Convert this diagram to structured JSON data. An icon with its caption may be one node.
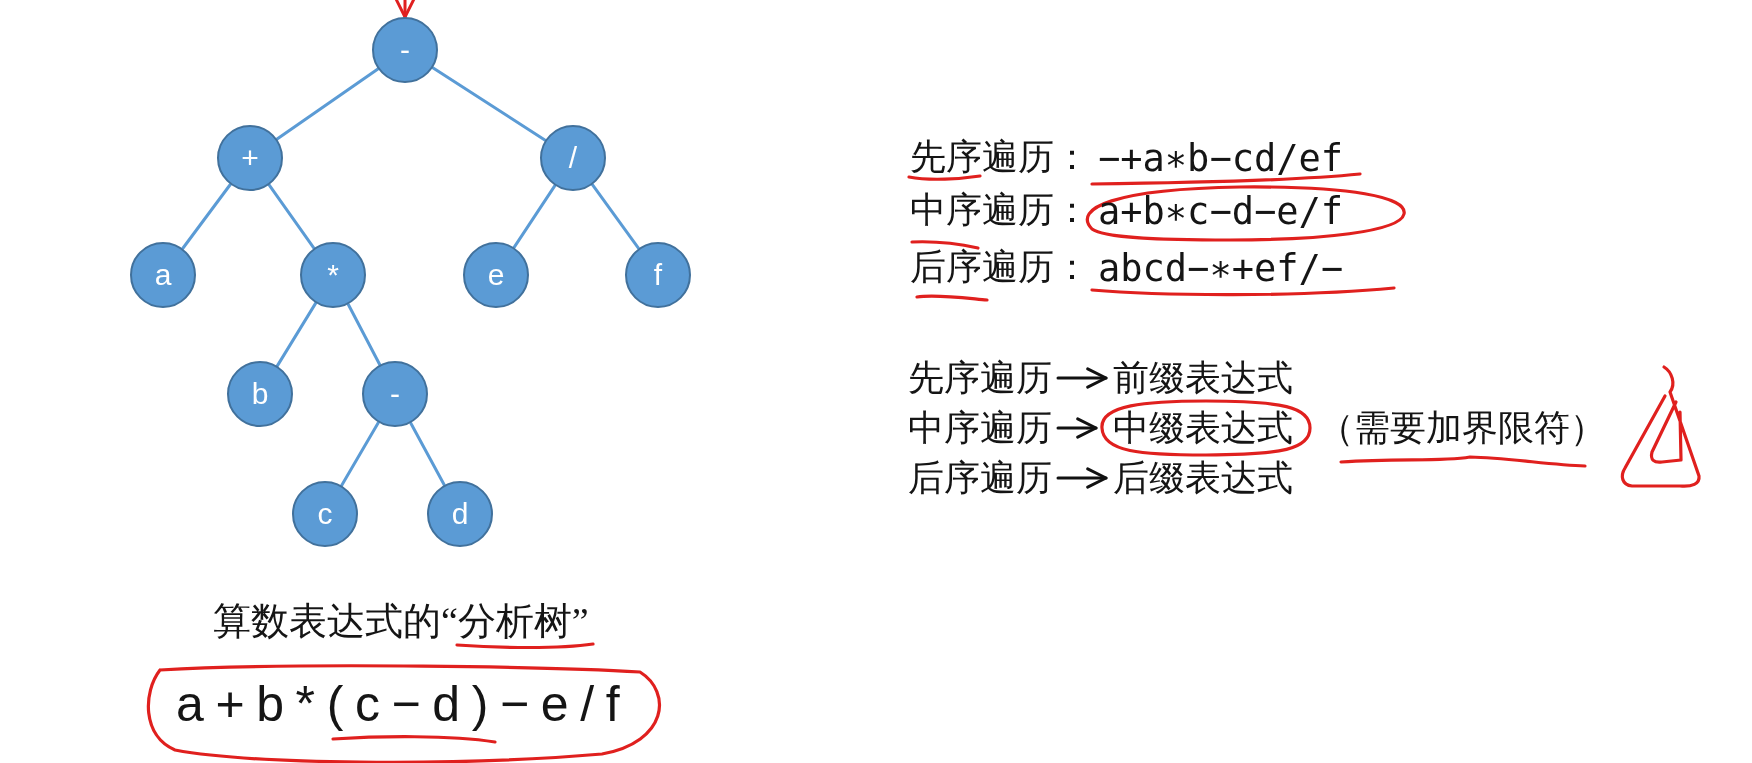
{
  "diagram": {
    "caption": "算数表达式的“分析树”",
    "nodes": [
      {
        "text": [
          "-"
        ]
      },
      {
        "text": [
          "+"
        ]
      },
      {
        "text": [
          "/"
        ]
      },
      {
        "text": [
          "a"
        ]
      },
      {
        "text": [
          "*"
        ]
      },
      {
        "text": [
          "e"
        ]
      },
      {
        "text": [
          "f"
        ]
      },
      {
        "text": [
          "b"
        ]
      },
      {
        "text": [
          "-"
        ]
      },
      {
        "text": [
          "c"
        ]
      },
      {
        "text": [
          "d"
        ]
      },
      {
        "text": [
          "先序遍历"
        ]
      },
      {
        "text": [
          "前缀表达式"
        ]
      },
      {
        "text": [
          "中序遍历"
        ]
      },
      {
        "text": [
          "中缀表达式"
        ],
        "beside": [
          "（需要加界限符）"
        ]
      },
      {
        "text": [
          "后序遍历"
        ]
      },
      {
        "text": [
          "后缀表达式"
        ]
      }
    ],
    "edges": [
      {
        "from": 0,
        "to": 1,
        "arrow": "none"
      },
      {
        "from": 0,
        "to": 2,
        "arrow": "none"
      },
      {
        "from": 1,
        "to": 3,
        "arrow": "none"
      },
      {
        "from": 1,
        "to": 4,
        "arrow": "none"
      },
      {
        "from": 2,
        "to": 5,
        "arrow": "none"
      },
      {
        "from": 2,
        "to": 6,
        "arrow": "none"
      },
      {
        "from": 4,
        "to": 7,
        "arrow": "none"
      },
      {
        "from": 4,
        "to": 8,
        "arrow": "none"
      },
      {
        "from": 8,
        "to": 9,
        "arrow": "none"
      },
      {
        "from": 8,
        "to": 10,
        "arrow": "none"
      },
      {
        "from": null,
        "to": 0,
        "arrow": "to",
        "color": "#e02020"
      },
      {
        "from": 11,
        "to": 12,
        "arrow": "to",
        "color": "#111111"
      },
      {
        "from": 13,
        "to": 14,
        "arrow": "to",
        "color": "#111111"
      },
      {
        "from": 15,
        "to": 16,
        "arrow": "to",
        "color": "#111111"
      }
    ],
    "labels": [
      "先序遍历：",
      "−+a∗b−cd/ef",
      "中序遍历：",
      "a+b∗c−d−e/f",
      "后序遍历：",
      "abcd−∗+ef/−",
      "a+b*(c−d)−e/f"
    ]
  }
}
